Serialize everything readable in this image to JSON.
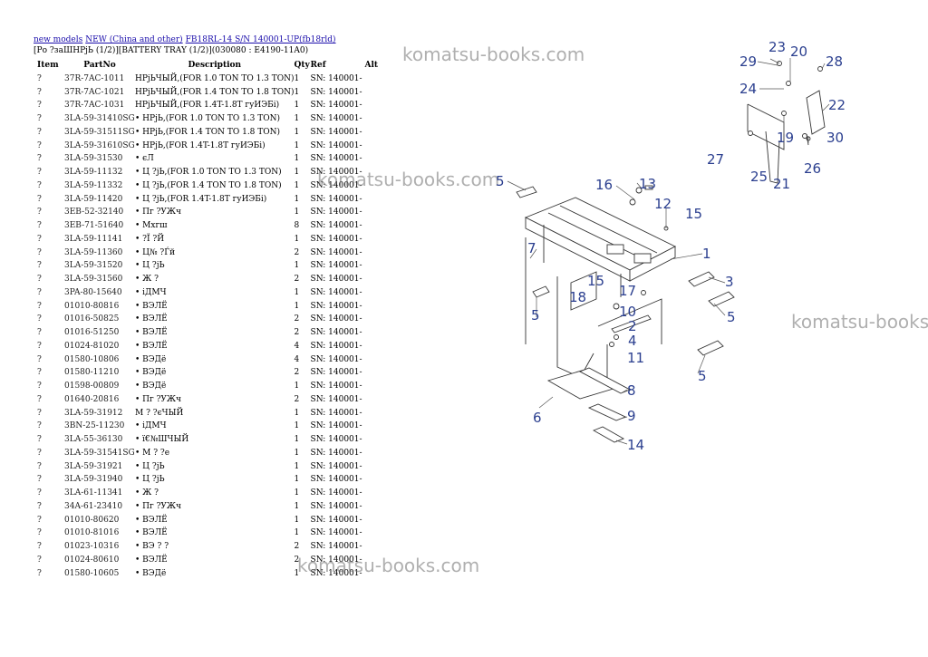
{
  "breadcrumb": {
    "links": [
      "new models",
      "NEW (China and other)",
      "FB18RL-14 S/N 140001-UP(fb18rld)"
    ]
  },
  "subtitle": "[Ро ?заШНРјЬ (1/2)][BATTERY TRAY (1/2)](030080 : E4190-11A0)",
  "table": {
    "headers": [
      "Item",
      "PartNo",
      "Description",
      "Qty",
      "Ref",
      "Alt"
    ],
    "rows": [
      [
        "?",
        "37R-7AC-1011",
        "НРјЬЧЫЙ,(FOR 1.0 TON TO 1.3 TON)",
        "1",
        "SN: 140001-",
        ""
      ],
      [
        "?",
        "37R-7AC-1021",
        "НРјЬЧЫЙ,(FOR 1.4 TON TO 1.8 TON)",
        "1",
        "SN: 140001-",
        ""
      ],
      [
        "?",
        "37R-7AC-1031",
        "НРјЬЧЫЙ,(FOR 1.4T-1.8T гуИЭБі)",
        "1",
        "SN: 140001-",
        ""
      ],
      [
        "?",
        "3LA-59-31410SG",
        "• НРјЬ,(FOR 1.0 TON TO 1.3 TON)",
        "1",
        "SN: 140001-",
        ""
      ],
      [
        "?",
        "3LA-59-31511SG",
        "• НРјЬ,(FOR 1.4 TON TO 1.8 TON)",
        "1",
        "SN: 140001-",
        ""
      ],
      [
        "?",
        "3LA-59-31610SG",
        "• НРјЬ,(FOR 1.4T-1.8T гуИЭБі)",
        "1",
        "SN: 140001-",
        ""
      ],
      [
        "?",
        "3LA-59-31530",
        "• єЛ",
        "1",
        "SN: 140001-",
        ""
      ],
      [
        "?",
        "3LA-59-11132",
        "• Ц ?jЬ,(FOR 1.0 TON TO 1.3 TON)",
        "1",
        "SN: 140001-",
        ""
      ],
      [
        "?",
        "3LA-59-11332",
        "• Ц ?jЬ,(FOR 1.4 TON TO 1.8 TON)",
        "1",
        "SN: 140001-",
        ""
      ],
      [
        "?",
        "3LA-59-11420",
        "• Ц ?jЬ,(FOR 1.4T-1.8T гуИЭБі)",
        "1",
        "SN: 140001-",
        ""
      ],
      [
        "?",
        "3EB-52-32140",
        "• Пг ?УЖч",
        "1",
        "SN: 140001-",
        ""
      ],
      [
        "?",
        "3EB-71-51640",
        "• Мхгш",
        "8",
        "SN: 140001-",
        ""
      ],
      [
        "?",
        "3LA-59-11141",
        "• ?Ї ?Й",
        "1",
        "SN: 140001-",
        ""
      ],
      [
        "?",
        "3LA-59-11360",
        "• Ц№ ?Ѓй",
        "2",
        "SN: 140001-",
        ""
      ],
      [
        "?",
        "3LA-59-31520",
        "• Ц ?jЬ",
        "1",
        "SN: 140001-",
        ""
      ],
      [
        "?",
        "3LA-59-31560",
        "• Ж ?",
        "2",
        "SN: 140001-",
        ""
      ],
      [
        "?",
        "3PA-80-15640",
        "• іДМЧ",
        "1",
        "SN: 140001-",
        ""
      ],
      [
        "?",
        "01010-80816",
        "• ВЭЛЁ",
        "1",
        "SN: 140001-",
        ""
      ],
      [
        "?",
        "01016-50825",
        "• ВЭЛЁ",
        "2",
        "SN: 140001-",
        ""
      ],
      [
        "?",
        "01016-51250",
        "• ВЭЛЁ",
        "2",
        "SN: 140001-",
        ""
      ],
      [
        "?",
        "01024-81020",
        "• ВЭЛЁ",
        "4",
        "SN: 140001-",
        ""
      ],
      [
        "?",
        "01580-10806",
        "• ВЭДё",
        "4",
        "SN: 140001-",
        ""
      ],
      [
        "?",
        "01580-11210",
        "• ВЭДё",
        "2",
        "SN: 140001-",
        ""
      ],
      [
        "?",
        "01598-00809",
        "• ВЭДё",
        "1",
        "SN: 140001-",
        ""
      ],
      [
        "?",
        "01640-20816",
        "• Пг ?УЖч",
        "2",
        "SN: 140001-",
        ""
      ],
      [
        "?",
        "3LA-59-31912",
        "М ? ?єЧЫЙ",
        "1",
        "SN: 140001-",
        ""
      ],
      [
        "?",
        "3BN-25-11230",
        "• іДМЧ",
        "1",
        "SN: 140001-",
        ""
      ],
      [
        "?",
        "3LA-55-36130",
        "• ї€№ШЧЫЙ",
        "1",
        "SN: 140001-",
        ""
      ],
      [
        "?",
        "3LA-59-31541SG",
        "• М ? ?е",
        "1",
        "SN: 140001-",
        ""
      ],
      [
        "?",
        "3LA-59-31921",
        "• Ц ?jЬ",
        "1",
        "SN: 140001-",
        ""
      ],
      [
        "?",
        "3LA-59-31940",
        "• Ц ?jЬ",
        "1",
        "SN: 140001-",
        ""
      ],
      [
        "?",
        "3LA-61-11341",
        "• Ж ?",
        "1",
        "SN: 140001-",
        ""
      ],
      [
        "?",
        "34A-61-23410",
        "• Пг ?УЖч",
        "1",
        "SN: 140001-",
        ""
      ],
      [
        "?",
        "01010-80620",
        "• ВЭЛЁ",
        "1",
        "SN: 140001-",
        ""
      ],
      [
        "?",
        "01010-81016",
        "• ВЭЛЁ",
        "1",
        "SN: 140001-",
        ""
      ],
      [
        "?",
        "01023-10316",
        "• ВЭ ? ?",
        "2",
        "SN: 140001-",
        ""
      ],
      [
        "?",
        "01024-80610",
        "• ВЭЛЁ",
        "2",
        "SN: 140001-",
        ""
      ],
      [
        "?",
        "01580-10605",
        "• ВЭДё",
        "1",
        "SN: 140001-",
        ""
      ]
    ]
  },
  "watermark": "komatsu-books.com",
  "diagram": {
    "label_color": "#2b3f8f",
    "callouts": [
      "1",
      "2",
      "3",
      "4",
      "5",
      "5",
      "5",
      "5",
      "6",
      "7",
      "8",
      "9",
      "10",
      "11",
      "12",
      "13",
      "14",
      "15",
      "15",
      "16",
      "17",
      "18",
      "19",
      "20",
      "21",
      "22",
      "23",
      "24",
      "25",
      "26",
      "27",
      "28",
      "29",
      "30"
    ]
  }
}
